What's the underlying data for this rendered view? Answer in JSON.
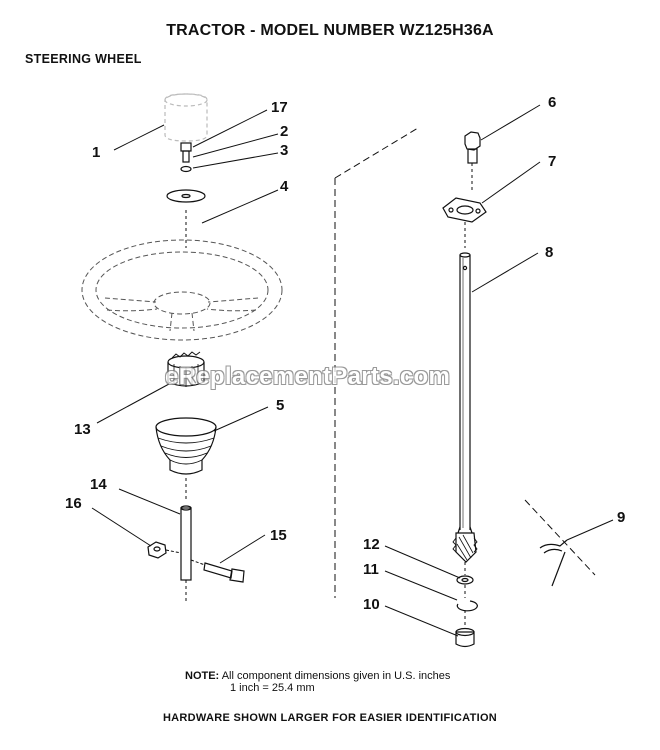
{
  "header": {
    "title": "TRACTOR  - MODEL NUMBER WZ125H36A",
    "subtitle": "STEERING WHEEL"
  },
  "callouts": [
    "1",
    "17",
    "2",
    "3",
    "4",
    "6",
    "7",
    "8",
    "13",
    "5",
    "14",
    "16",
    "15",
    "12",
    "11",
    "10",
    "9"
  ],
  "watermark": "eReplacementParts.com",
  "note": {
    "label": "NOTE:",
    "line1": "All component dimensions given in U.S. inches",
    "line2": "1 inch = 25.4 mm"
  },
  "footer": "HARDWARE SHOWN LARGER FOR EASIER IDENTIFICATION"
}
